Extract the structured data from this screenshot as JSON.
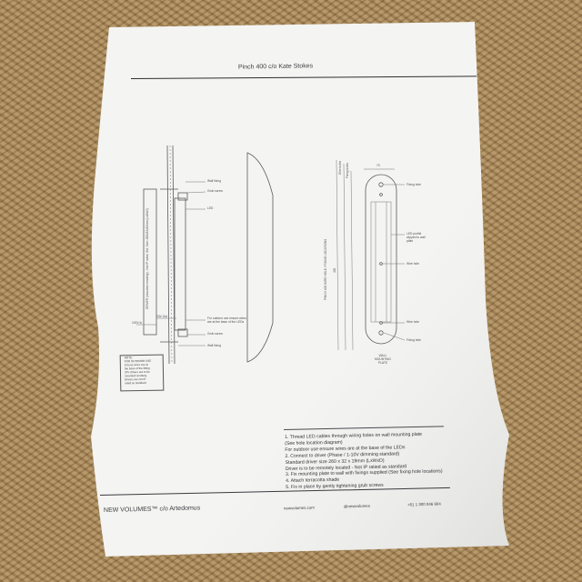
{
  "document": {
    "title": "Pinch 400 c/o Kate Stokes",
    "left_diagram_labels": {
      "wall_fixing_top": "Wall fixing",
      "grub_screw_top": "Grub screw",
      "led": "LED",
      "outdoor_use": "For outdoor use ensure wires are at the base of the LEDs",
      "grub_screw_bottom": "Grub screw",
      "wall_fixing_bottom": "Wall fixing",
      "voltage_in": "240V in",
      "voltage_out": "24V Out",
      "driver_note": "DRIVER (mounted remotely) - Not IP rated. Std. Size: 260x32x19mm (LxWxD)"
    },
    "note_box": {
      "lines": [
        "NOTE:",
        "FOR OUTDOOR USE",
        "Ensure wires are at",
        "the base of the fitting",
        "",
        "24V drivers are to be",
        "mounted remotely.",
        "Drivers are not IP",
        "rated as standard"
      ]
    },
    "right_diagram_labels": {
      "wire_holes": "Wire holes",
      "fixing_holes": "Fixing holes",
      "width_dim": "70",
      "height_dim": "400",
      "vertical_title": "PINCH 400 WIRE HOLE / FIXING LOCATIONS",
      "fixing_hole_top": "Fixing hole",
      "led_profile": "LED profile clipped to wall plate",
      "wire_hole_mid": "Wire hole",
      "wire_hole_low": "Wire hole",
      "fixing_hole_bottom": "Fixing hole",
      "wall_plate": "WALL MOUNTING PLATE"
    },
    "instructions": [
      "1. Thread LED cables through wiring holes on wall mounting plate",
      "(See hole location diagram)",
      "For outdoor use ensure wires are at the base of the LEDs",
      "2. Connect to driver (Phase / 1-10V dimming standard)",
      "Standard driver size 260 x 32 x 19mm (LxWxD)",
      "Driver is to be remotely located - Not IP ratied as standard",
      "3. Fix mounting plate to wall with fixings supplied (See fixing hole locations)",
      "4. Attach terracotta shade",
      "5. Fix in place by gently tightening grub screws"
    ],
    "footer": {
      "brand": "NEW VOLUMES™ c/o Artedomus",
      "website": "newvolumes.com",
      "instagram": "@newvolumes",
      "phone": "+61 1 300 046 604"
    }
  }
}
